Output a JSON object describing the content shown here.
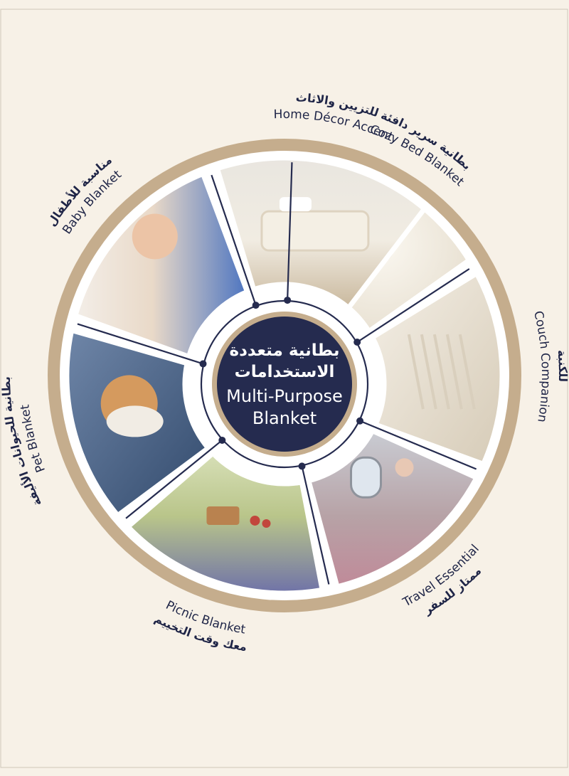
{
  "center": {
    "title_ar_line1": "بطانية متعددة",
    "title_ar_line2": "الاستخدامات",
    "title_en_line1": "Multi-Purpose",
    "title_en_line2": "Blanket"
  },
  "uses": [
    {
      "key": "cozy-bed-blanket",
      "label_en": "Cozy Bed Blanket",
      "label_ar": "بطانية سرير دافئة",
      "image": "folded-blanket-swirl"
    },
    {
      "key": "couch-companion",
      "label_en": "Couch Companion",
      "label_ar": "للكنبة",
      "image": "blanket-on-sofa"
    },
    {
      "key": "travel-essential",
      "label_en": "Travel Essential",
      "label_ar": "ممتاز للسفر",
      "image": "woman-in-airplane-seat"
    },
    {
      "key": "picnic-blanket",
      "label_en": "Picnic Blanket",
      "label_ar": "معك وقت التخييم",
      "image": "picnic-basket-on-blanket"
    },
    {
      "key": "pet-blanket",
      "label_en": "Pet Blanket",
      "label_ar": "بطانية للحيوانات الأليفة",
      "image": "cat-under-blanket"
    },
    {
      "key": "baby-blanket",
      "label_en": "Baby Blanket",
      "label_ar": "مناسبة للأطفال",
      "image": "sleeping-baby"
    },
    {
      "key": "home-decor-accent",
      "label_en": "Home Décor Accent",
      "label_ar": "للتزيين والاثاث",
      "image": "bedroom-with-blanket"
    }
  ],
  "colors": {
    "background": "#f7f1e7",
    "ring": "#c5ad8d",
    "navy": "#252b4f",
    "white": "#ffffff"
  }
}
